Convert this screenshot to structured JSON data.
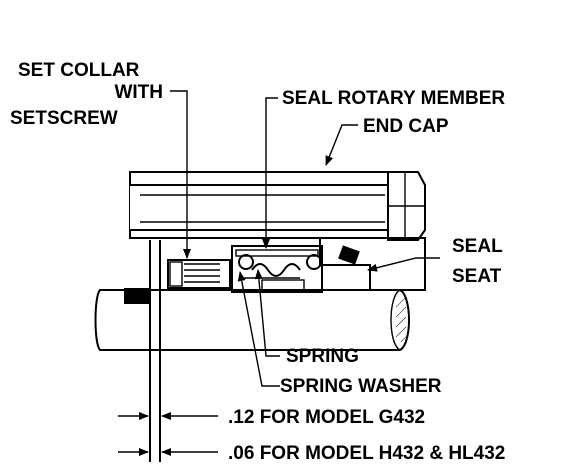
{
  "labels": {
    "set_collar_line1": "SET COLLAR",
    "set_collar_line2": "WITH",
    "set_collar_line3": "SETSCREW",
    "seal_rotary_member": "SEAL ROTARY MEMBER",
    "end_cap": "END CAP",
    "seal_seat_line1": "SEAL",
    "seal_seat_line2": "SEAT",
    "spring": "SPRING",
    "spring_washer": "SPRING WASHER",
    "dim_g432": ".12 FOR MODEL G432",
    "dim_h432": ".06 FOR MODEL H432 & HL432"
  }
}
